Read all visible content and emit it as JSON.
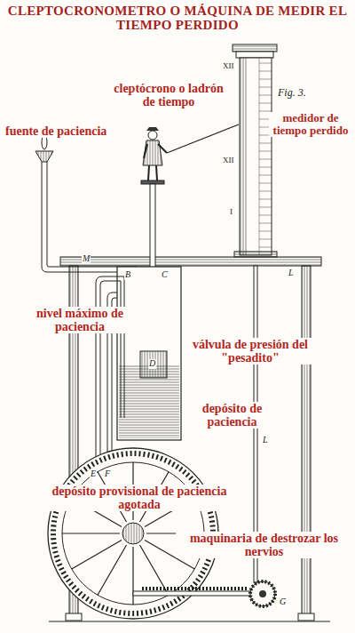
{
  "diagram": {
    "title": "CLEPTOCRONOMETRO O MÁQUINA DE MEDIR EL TIEMPO PERDIDO",
    "labels": [
      "XII",
      "cleptócrono o ladrón de tiempo",
      "Fig. 3.",
      "fuente de paciencia",
      "medidor de tiempo perdido",
      "XII",
      "I",
      "M",
      "B",
      "C",
      "L",
      "nivel máximo de paciencia",
      "D",
      "válvula de presión del \"pesadito\"",
      "depósito de paciencia",
      "E",
      "F",
      "L",
      "depósito provisional de paciencia agotada",
      "maquinaria de destrozar los nervios",
      "G"
    ]
  }
}
